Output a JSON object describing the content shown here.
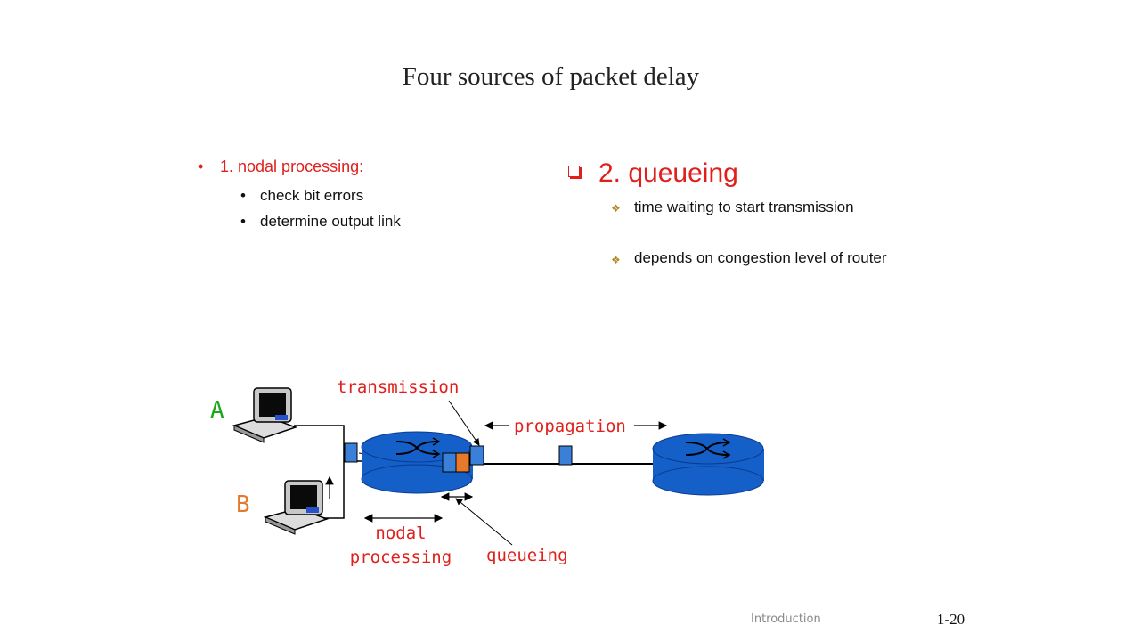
{
  "slide": {
    "title": "Four sources of packet delay",
    "left_bullet": {
      "label": "1. nodal processing:",
      "subitems": [
        "check bit errors",
        "determine output link"
      ]
    },
    "right_bullet": {
      "label": "2. queueing",
      "subitems": [
        "time waiting to start transmission",
        "depends on congestion level of router"
      ]
    },
    "diagram": {
      "host_a": "A",
      "host_b": "B",
      "transmission": "transmission",
      "propagation": "propagation",
      "nodal": "nodal",
      "processing": "processing",
      "queueing": "queueing"
    },
    "footer": "Introduction",
    "page_number": "1-20"
  },
  "colors": {
    "accent_red": "#e0201c",
    "host_b_orange": "#e8782a",
    "host_a_green": "#1aa81a",
    "router_blue": "#1460c8",
    "packet_blue": "#3a80d8",
    "packet_orange": "#e8782a"
  }
}
